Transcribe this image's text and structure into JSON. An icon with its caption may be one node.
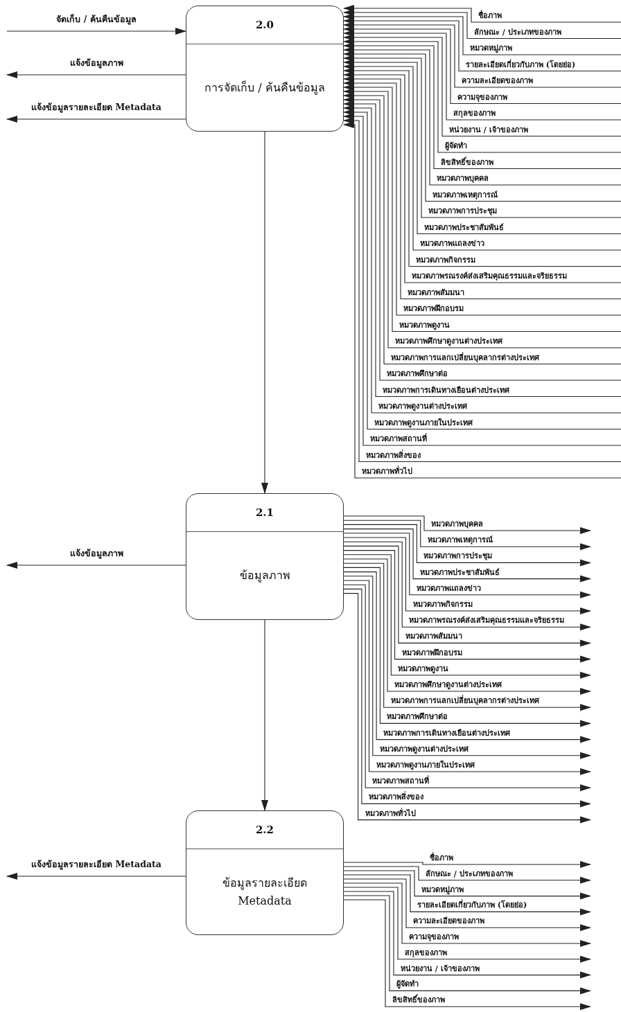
{
  "diagram": {
    "nodes": [
      {
        "text": [
          "2.0",
          "การจัดเก็บ / ค้นคืนข้อมูล"
        ]
      },
      {
        "text": [
          "2.1",
          "ข้อมูลภาพ"
        ]
      },
      {
        "text": [
          "2.2",
          "ข้อมูลรายละเอียด Metadata"
        ]
      }
    ],
    "edges": [
      {
        "from": null,
        "to": 0,
        "arrow": "to",
        "label": "จัดเก็บ / ค้นคืนข้อมูล"
      },
      {
        "from": 0,
        "to": null,
        "arrow": "to",
        "label": "แจ้งข้อมูลภาพ"
      },
      {
        "from": 0,
        "to": null,
        "arrow": "to",
        "label": "แจ้งข้อมูลรายละเอียด Metadata"
      },
      {
        "from": null,
        "to": 0,
        "arrow": "to",
        "label": "ชื่อภาพ"
      },
      {
        "from": null,
        "to": 0,
        "arrow": "to",
        "label": "ลักษณะ / ประเภทของภาพ"
      },
      {
        "from": null,
        "to": 0,
        "arrow": "to",
        "label": "หมวดหมู่ภาพ"
      },
      {
        "from": null,
        "to": 0,
        "arrow": "to",
        "label": "รายละเอียดเกี่ยวกับภาพ (โดยย่อ)"
      },
      {
        "from": null,
        "to": 0,
        "arrow": "to",
        "label": "ความละเอียดของภาพ"
      },
      {
        "from": null,
        "to": 0,
        "arrow": "to",
        "label": "ความจุของภาพ"
      },
      {
        "from": null,
        "to": 0,
        "arrow": "to",
        "label": "สกุลของภาพ"
      },
      {
        "from": null,
        "to": 0,
        "arrow": "to",
        "label": "หน่วยงาน / เจ้าของภาพ"
      },
      {
        "from": null,
        "to": 0,
        "arrow": "to",
        "label": "ผู้จัดทำ"
      },
      {
        "from": null,
        "to": 0,
        "arrow": "to",
        "label": "ลิขสิทธิ์ของภาพ"
      },
      {
        "from": null,
        "to": 0,
        "arrow": "to",
        "label": "หมวดภาพบุคคล"
      },
      {
        "from": null,
        "to": 0,
        "arrow": "to",
        "label": "หมวดภาพเหตุการณ์"
      },
      {
        "from": null,
        "to": 0,
        "arrow": "to",
        "label": "หมวดภาพการประชุม"
      },
      {
        "from": null,
        "to": 0,
        "arrow": "to",
        "label": "หมวดภาพประชาสัมพันธ์"
      },
      {
        "from": null,
        "to": 0,
        "arrow": "to",
        "label": "หมวดภาพแถลงข่าว"
      },
      {
        "from": null,
        "to": 0,
        "arrow": "to",
        "label": "หมวดภาพกิจกรรม"
      },
      {
        "from": null,
        "to": 0,
        "arrow": "to",
        "label": "หมวดภาพรณรงค์ส่งเสริมคุณธรรมและจริยธรรม"
      },
      {
        "from": null,
        "to": 0,
        "arrow": "to",
        "label": "หมวดภาพสัมมนา"
      },
      {
        "from": null,
        "to": 0,
        "arrow": "to",
        "label": "หมวดภาพฝึกอบรม"
      },
      {
        "from": null,
        "to": 0,
        "arrow": "to",
        "label": "หมวดภาพดูงาน"
      },
      {
        "from": null,
        "to": 0,
        "arrow": "to",
        "label": "หมวดภาพศึกษาดูงานต่างประเทศ"
      },
      {
        "from": null,
        "to": 0,
        "arrow": "to",
        "label": "หมวดภาพการแลกเปลี่ยนบุคลากรต่างประเทศ"
      },
      {
        "from": null,
        "to": 0,
        "arrow": "to",
        "label": "หมวดภาพศึกษาต่อ"
      },
      {
        "from": null,
        "to": 0,
        "arrow": "to",
        "label": "หมวดภาพการเดินทางเยือนต่างประเทศ"
      },
      {
        "from": null,
        "to": 0,
        "arrow": "to",
        "label": "หมวดภาพดูงานต่างประเทศ"
      },
      {
        "from": null,
        "to": 0,
        "arrow": "to",
        "label": "หมวดภาพดูงานภายในประเทศ"
      },
      {
        "from": null,
        "to": 0,
        "arrow": "to",
        "label": "หมวดภาพสถานที่"
      },
      {
        "from": null,
        "to": 0,
        "arrow": "to",
        "label": "หมวดภาพสิ่งของ"
      },
      {
        "from": null,
        "to": 0,
        "arrow": "to",
        "label": "หมวดภาพทั่วไป"
      },
      {
        "from": 0,
        "to": 1,
        "arrow": "to"
      },
      {
        "from": 1,
        "to": null,
        "arrow": "to",
        "label": "แจ้งข้อมูลภาพ"
      },
      {
        "from": 1,
        "to": null,
        "arrow": "to",
        "label": "หมวดภาพบุคคล"
      },
      {
        "from": 1,
        "to": null,
        "arrow": "to",
        "label": "หมวดภาพเหตุการณ์"
      },
      {
        "from": 1,
        "to": null,
        "arrow": "to",
        "label": "หมวดภาพการประชุม"
      },
      {
        "from": 1,
        "to": null,
        "arrow": "to",
        "label": "หมวดภาพประชาสัมพันธ์"
      },
      {
        "from": 1,
        "to": null,
        "arrow": "to",
        "label": "หมวดภาพแถลงข่าว"
      },
      {
        "from": 1,
        "to": null,
        "arrow": "to",
        "label": "หมวดภาพกิจกรรม"
      },
      {
        "from": 1,
        "to": null,
        "arrow": "to",
        "label": "หมวดภาพรณรงค์ส่งเสริมคุณธรรมและจริยธรรม"
      },
      {
        "from": 1,
        "to": null,
        "arrow": "to",
        "label": "หมวดภาพสัมมนา"
      },
      {
        "from": 1,
        "to": null,
        "arrow": "to",
        "label": "หมวดภาพฝึกอบรม"
      },
      {
        "from": 1,
        "to": null,
        "arrow": "to",
        "label": "หมวดภาพดูงาน"
      },
      {
        "from": 1,
        "to": null,
        "arrow": "to",
        "label": "หมวดภาพศึกษาดูงานต่างประเทศ"
      },
      {
        "from": 1,
        "to": null,
        "arrow": "to",
        "label": "หมวดภาพการแลกเปลี่ยนบุคลากรต่างประเทศ"
      },
      {
        "from": 1,
        "to": null,
        "arrow": "to",
        "label": "หมวดภาพศึกษาต่อ"
      },
      {
        "from": 1,
        "to": null,
        "arrow": "to",
        "label": "หมวดภาพการเดินทางเยือนต่างประเทศ"
      },
      {
        "from": 1,
        "to": null,
        "arrow": "to",
        "label": "หมวดภาพดูงานต่างประเทศ"
      },
      {
        "from": 1,
        "to": null,
        "arrow": "to",
        "label": "หมวดภาพดูงานภายในประเทศ"
      },
      {
        "from": 1,
        "to": null,
        "arrow": "to",
        "label": "หมวดภาพสถานที่"
      },
      {
        "from": 1,
        "to": null,
        "arrow": "to",
        "label": "หมวดภาพสิ่งของ"
      },
      {
        "from": 1,
        "to": null,
        "arrow": "to",
        "label": "หมวดภาพทั่วไป"
      },
      {
        "from": 1,
        "to": 2,
        "arrow": "to"
      },
      {
        "from": 2,
        "to": null,
        "arrow": "to",
        "label": "แจ้งข้อมูลรายละเอียด Metadata"
      },
      {
        "from": 2,
        "to": null,
        "arrow": "to",
        "label": "ชื่อภาพ"
      },
      {
        "from": 2,
        "to": null,
        "arrow": "to",
        "label": "ลักษณะ / ประเภทของภาพ"
      },
      {
        "from": 2,
        "to": null,
        "arrow": "to",
        "label": "หมวดหมู่ภาพ"
      },
      {
        "from": 2,
        "to": null,
        "arrow": "to",
        "label": "รายละเอียดเกี่ยวกับภาพ (โดยย่อ)"
      },
      {
        "from": 2,
        "to": null,
        "arrow": "to",
        "label": "ความละเอียดของภาพ"
      },
      {
        "from": 2,
        "to": null,
        "arrow": "to",
        "label": "ความจุของภาพ"
      },
      {
        "from": 2,
        "to": null,
        "arrow": "to",
        "label": "สกุลของภาพ"
      },
      {
        "from": 2,
        "to": null,
        "arrow": "to",
        "label": "หน่วยงาน / เจ้าของภาพ"
      },
      {
        "from": 2,
        "to": null,
        "arrow": "to",
        "label": "ผู้จัดทำ"
      },
      {
        "from": 2,
        "to": null,
        "arrow": "to",
        "label": "ลิขสิทธิ์ของภาพ"
      }
    ]
  }
}
